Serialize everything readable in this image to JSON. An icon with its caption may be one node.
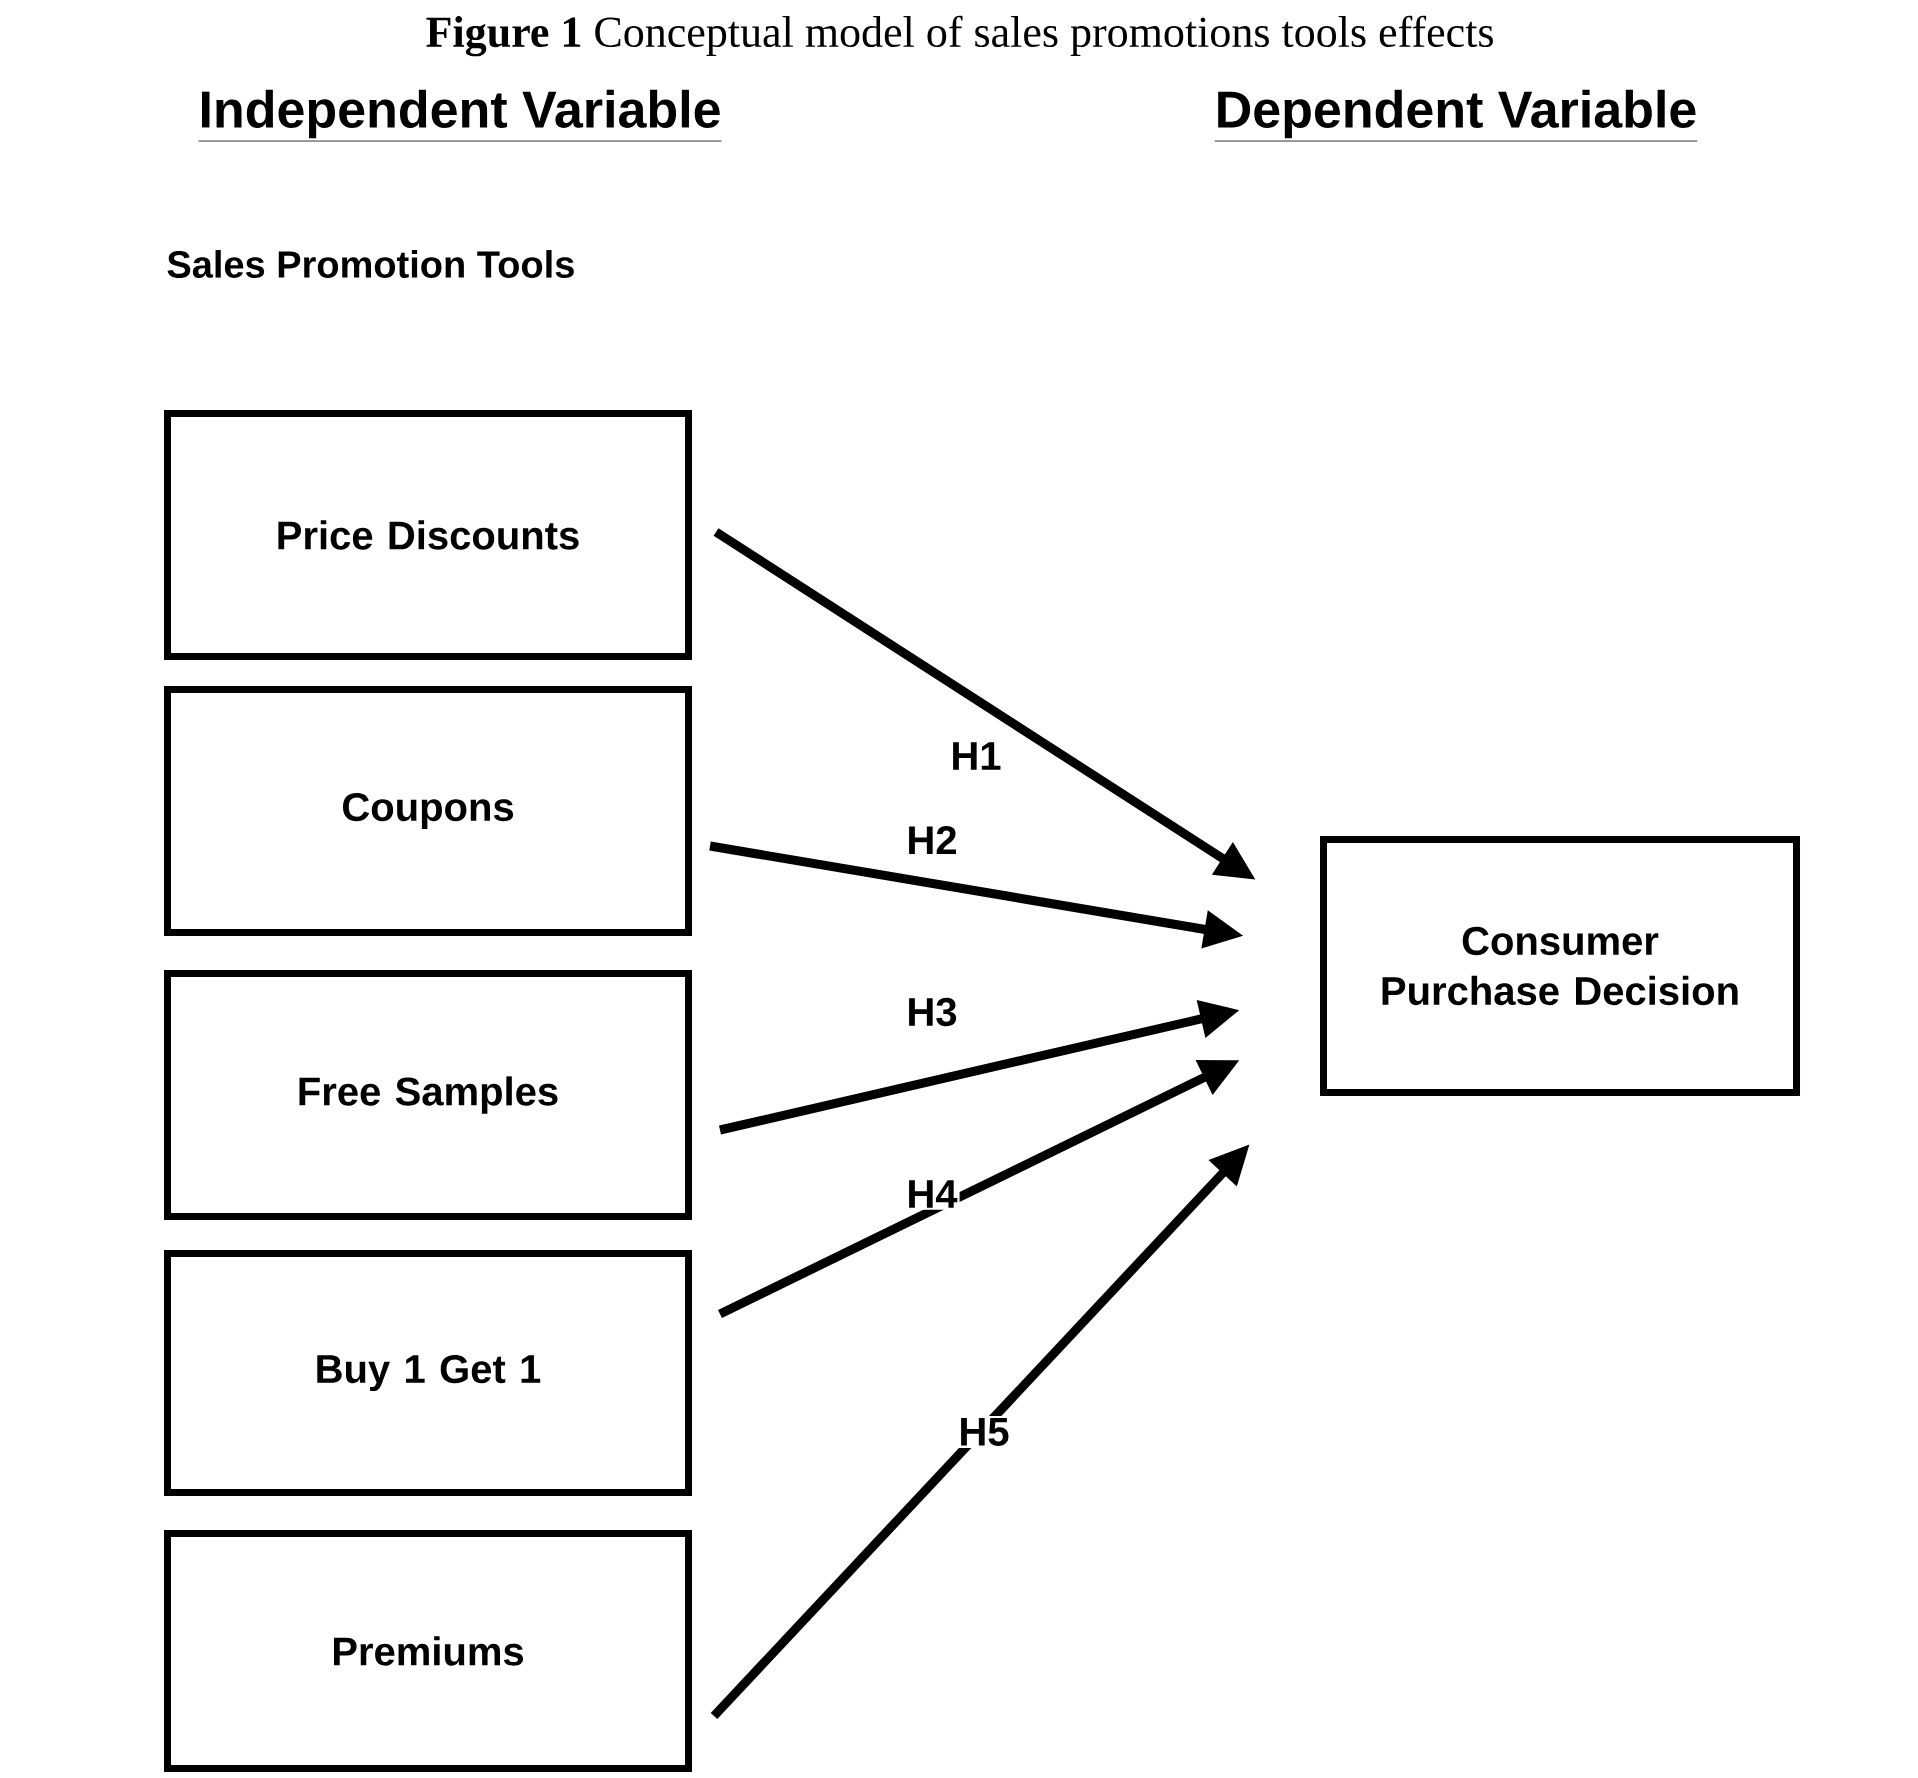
{
  "diagram": {
    "title": "**Figure 1** Conceptual model of sales promotions tools effects",
    "nodes": [
      {
        "text": [
          "Price Discounts"
        ]
      },
      {
        "text": [
          "Coupons"
        ]
      },
      {
        "text": [
          "Free Samples"
        ]
      },
      {
        "text": [
          "Buy 1 Get 1"
        ]
      },
      {
        "text": [
          "Premiums"
        ]
      },
      {
        "text": [
          "Consumer Purchase Decision"
        ]
      }
    ],
    "edges": [
      {
        "from": 0,
        "to": 5,
        "arrow": "to",
        "label": "H1"
      },
      {
        "from": 1,
        "to": 5,
        "arrow": "to",
        "label": "H2"
      },
      {
        "from": 2,
        "to": 5,
        "arrow": "to",
        "label": "H3"
      },
      {
        "from": 3,
        "to": 5,
        "arrow": "to",
        "label": "H4"
      },
      {
        "from": 4,
        "to": 5,
        "arrow": "to",
        "label": "H5"
      }
    ],
    "labels": [
      "Independent Variable",
      "Dependent Variable",
      "Sales Promotion Tools"
    ]
  }
}
